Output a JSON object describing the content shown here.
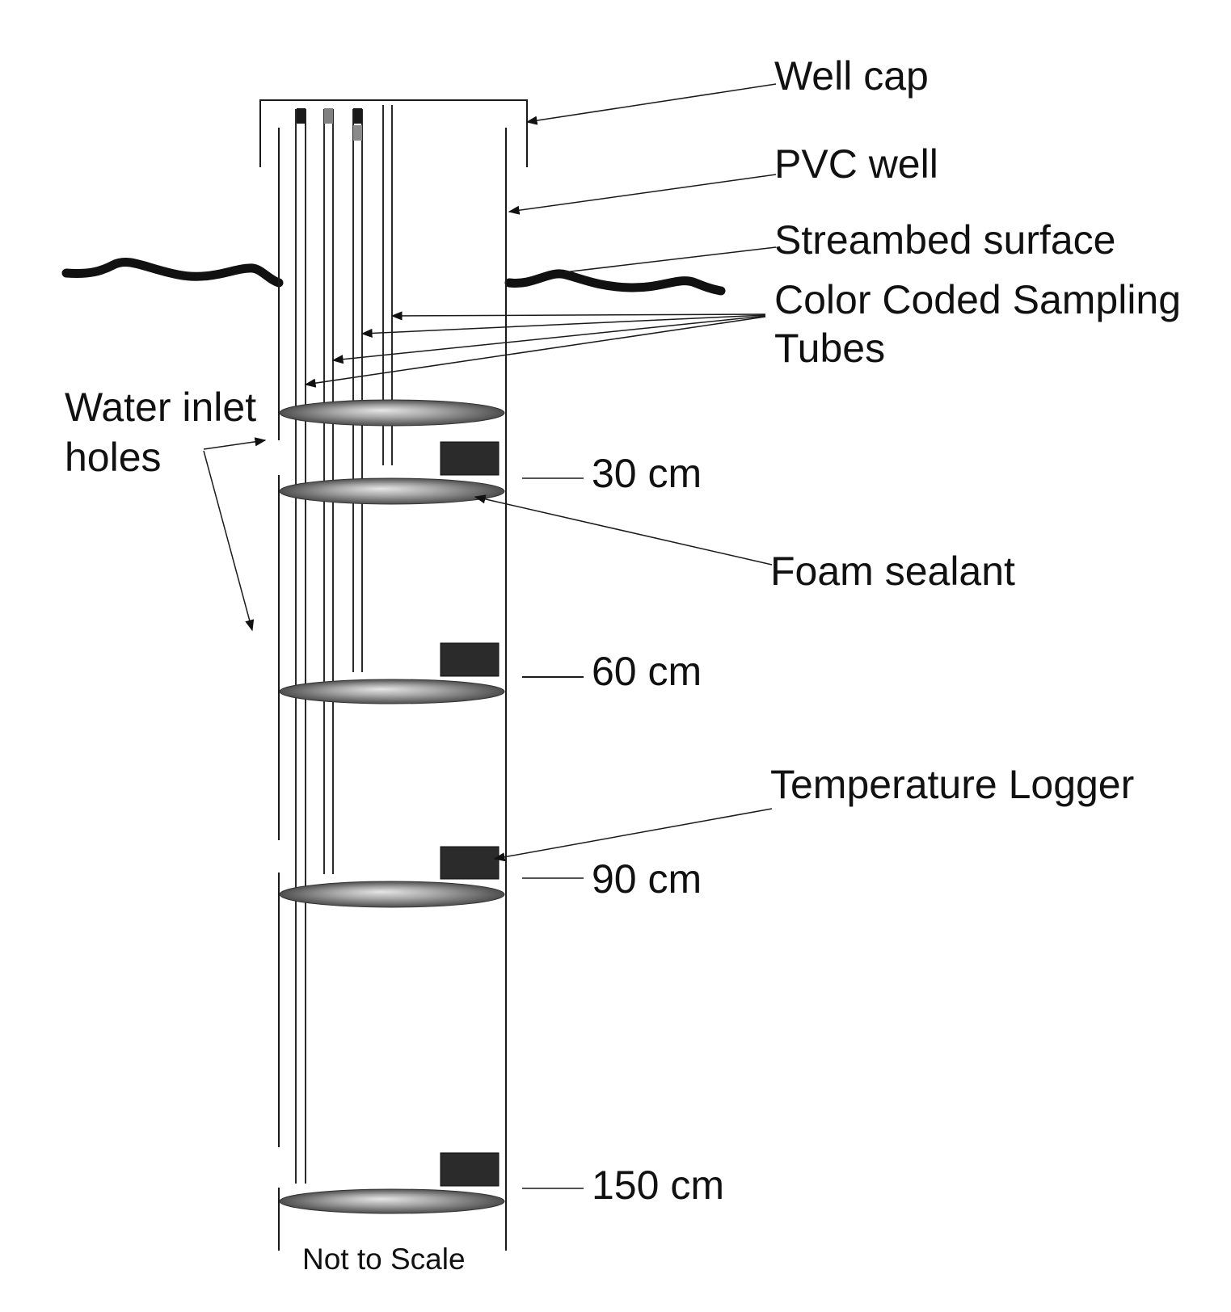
{
  "labels": {
    "well_cap": "Well cap",
    "pvc_well": "PVC well",
    "streambed_surface": "Streambed surface",
    "sampling_tubes_line1": "Color Coded Sampling",
    "sampling_tubes_line2": "Tubes",
    "water_inlet_line1": "Water inlet",
    "water_inlet_line2": "holes",
    "foam_sealant": "Foam sealant",
    "temperature_logger": "Temperature Logger",
    "not_to_scale": "Not to Scale"
  },
  "depths": [
    {
      "label": "30 cm"
    },
    {
      "label": "60 cm"
    },
    {
      "label": "90 cm"
    },
    {
      "label": "150 cm"
    }
  ],
  "colors": {
    "line": "#1a1a1a",
    "logger_fill": "#2b2b2b",
    "foam_light": "#d9d9d9",
    "foam_dark": "#5a5a5a"
  }
}
